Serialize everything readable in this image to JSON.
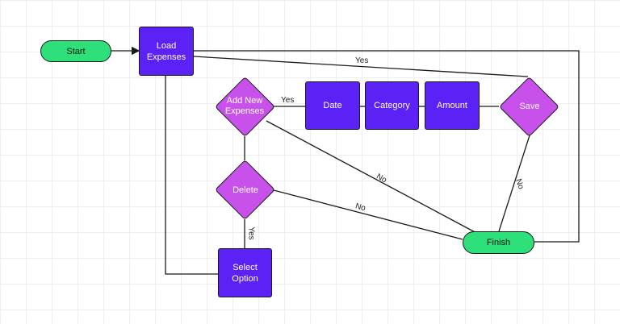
{
  "colors": {
    "process": "#5b21f5",
    "decision": "#c751ea",
    "terminal": "#2de079",
    "stroke": "#1a1a1a"
  },
  "nodes": {
    "start": "Start",
    "load_expenses": "Load Expenses",
    "add_new_expenses": "Add New Expenses",
    "date": "Date",
    "category": "Category",
    "amount": "Amount",
    "save": "Save",
    "delete": "Delete",
    "select_option": "Select Option",
    "finish": "Finish"
  },
  "edge_labels": {
    "save_to_load": "Yes",
    "add_to_date": "Yes",
    "delete_to_select": "Yes",
    "add_to_finish": "No",
    "delete_to_finish": "No",
    "save_to_finish": "No"
  }
}
